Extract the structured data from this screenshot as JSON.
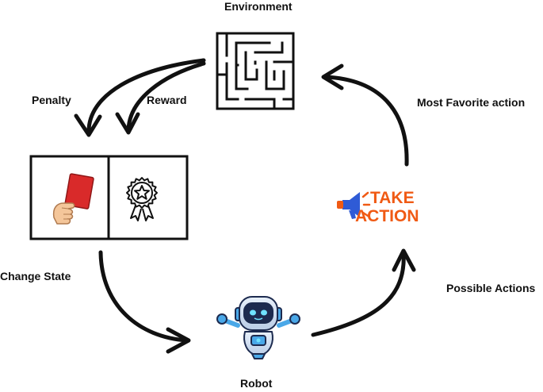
{
  "labels": {
    "environment": "Environment",
    "penalty": "Penalty",
    "reward": "Reward",
    "most_favorite_action": "Most Favorite action",
    "change_state": "Change State",
    "possible_actions": "Possible Actions",
    "robot": "Robot"
  },
  "take_action": {
    "line1": "TAKE",
    "line2": "ACTION"
  },
  "icons": {
    "environment": "maze-icon",
    "penalty": "red-card-icon",
    "reward": "award-badge-icon",
    "robot": "robot-icon",
    "action": "megaphone-icon"
  },
  "colors": {
    "ink": "#111111",
    "red_card": "#d92a2a",
    "hand": "#f4c69a",
    "take_action_orange": "#f05a14",
    "megaphone_blue": "#2f5bd6",
    "robot_blue": "#4aa8e8",
    "robot_face": "#1d2b4f",
    "robot_eye": "#6fe3ff"
  }
}
